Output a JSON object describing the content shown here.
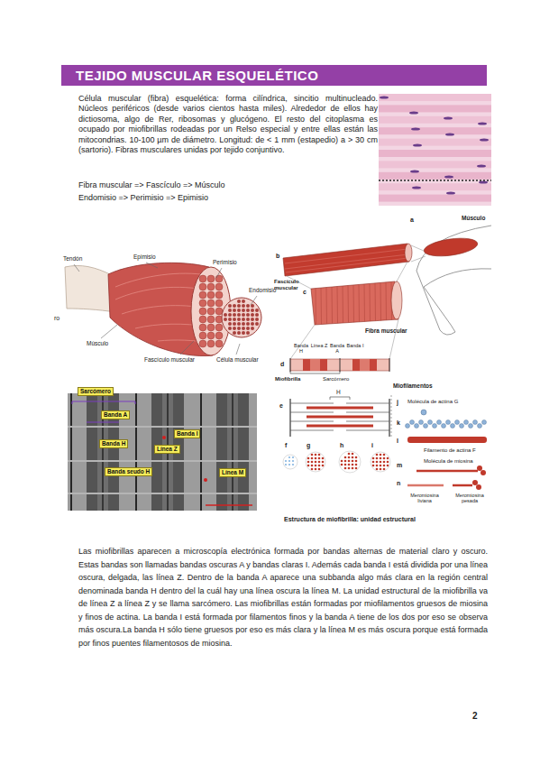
{
  "diagram": {
    "title": "TEJIDO MUSCULAR ESQUELÉTICO",
    "caption": "Estructura de miofibrilla: unidad estructural",
    "nodes": [
      {
        "text": [
          "Sarcómero"
        ]
      },
      {
        "text": [
          "Banda A"
        ]
      },
      {
        "text": [
          "Banda I"
        ]
      },
      {
        "text": [
          "Línea Z"
        ]
      },
      {
        "text": [
          "Banda H"
        ]
      },
      {
        "text": [
          "Banda seudo H"
        ]
      },
      {
        "text": [
          "Línea M"
        ]
      }
    ],
    "labels": [
      "Célula muscular (fibra) esquelética: forma cilíndrica, sincitio multinucleado. Núcleos periféricos (desde varios cientos hasta miles). Alrededor de ellos hay dictiosoma, algo de Rer, ribosomas y glucógeno. El resto del citoplasma es ocupado por miofibrillas rodeadas por un Relso especial y entre ellas están las mitocondrias. 10-100 µm de diámetro. Longitud: de < 1 mm (estapedio) a > 30 cm (sartorio). Fibras musculares unidas por tejido conjuntivo.",
      "Fibra muscular => Fascículo => Músculo",
      "Endomisio => Perimisio => Epimisio",
      "Tendón",
      "Epimisio",
      "Perimisio",
      "Endomisio",
      "ro",
      "Músculo",
      "Fascículo muscular",
      "Célula muscular",
      "a",
      "Músculo",
      "b",
      "Fascículo muscular",
      "c",
      "Fibra muscular",
      "d",
      "Banda H",
      "Línea Z",
      "Banda A",
      "Banda I",
      "Miofibrilla",
      "Sarcómero",
      "e",
      "Miofilamentos",
      "H",
      "j",
      "Molécula de actina G",
      "k",
      "l",
      "Filamento de actina F",
      "m",
      "Molécula de miosina",
      "n",
      "Meromiosina liviana",
      "Meromiosina pesada",
      "f",
      "g",
      "h",
      "i",
      "2",
      "Las miofibrillas aparecen a microscopía electrónica formada por bandas alternas de material claro y oscuro. Estas bandas son llamadas bandas oscuras A y bandas claras I. Además cada banda I está dividida por una línea oscura, delgada, las línea Z. Dentro de la banda A aparece una subbanda algo más clara en la región central denominada banda H dentro del la cuál hay una línea oscura la línea M. La unidad estructural de la miofibrilla va de línea Z a línea Z y se llama sarcómero. Las miofibrillas están formadas por miofilamentos gruesos de miosina y finos de actina. La banda I está formada por filamentos finos y la banda A tiene de los dos por eso se observa más oscura.La banda H sólo tiene gruesos por eso es más clara y la línea M es más oscura porque está formada por finos puentes filamentosos de miosina."
    ]
  }
}
